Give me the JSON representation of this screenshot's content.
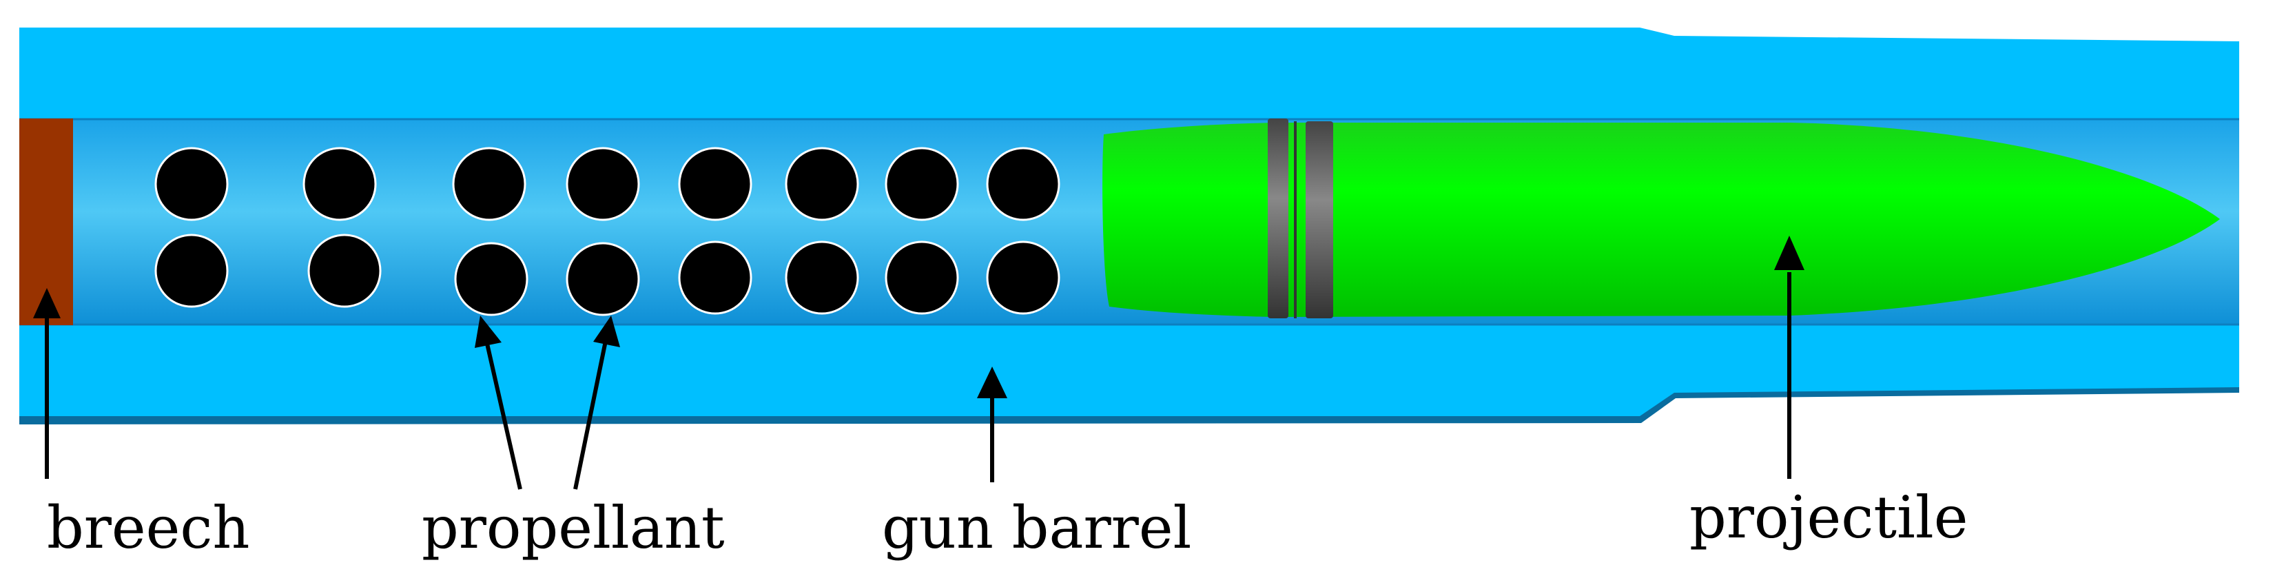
{
  "labels": {
    "breech": "breech",
    "propellant": "propellant",
    "gun_barrel": "gun barrel",
    "projectile": "projectile"
  },
  "colors": {
    "barrel_wall": "#00BFFF",
    "barrel_outline": "#0077AA",
    "bore": "#14A9EE",
    "bore_highlight": "#4FC8F5",
    "breech": "#993300",
    "projectile": "#00F000",
    "projectile_shadow": "#00B800",
    "driving_band": "#555555",
    "propellant_grain": "#000000",
    "arrow": "#000000",
    "text": "#000000"
  },
  "components": {
    "propellant_grain_count": 16,
    "driving_band_count": 2
  }
}
